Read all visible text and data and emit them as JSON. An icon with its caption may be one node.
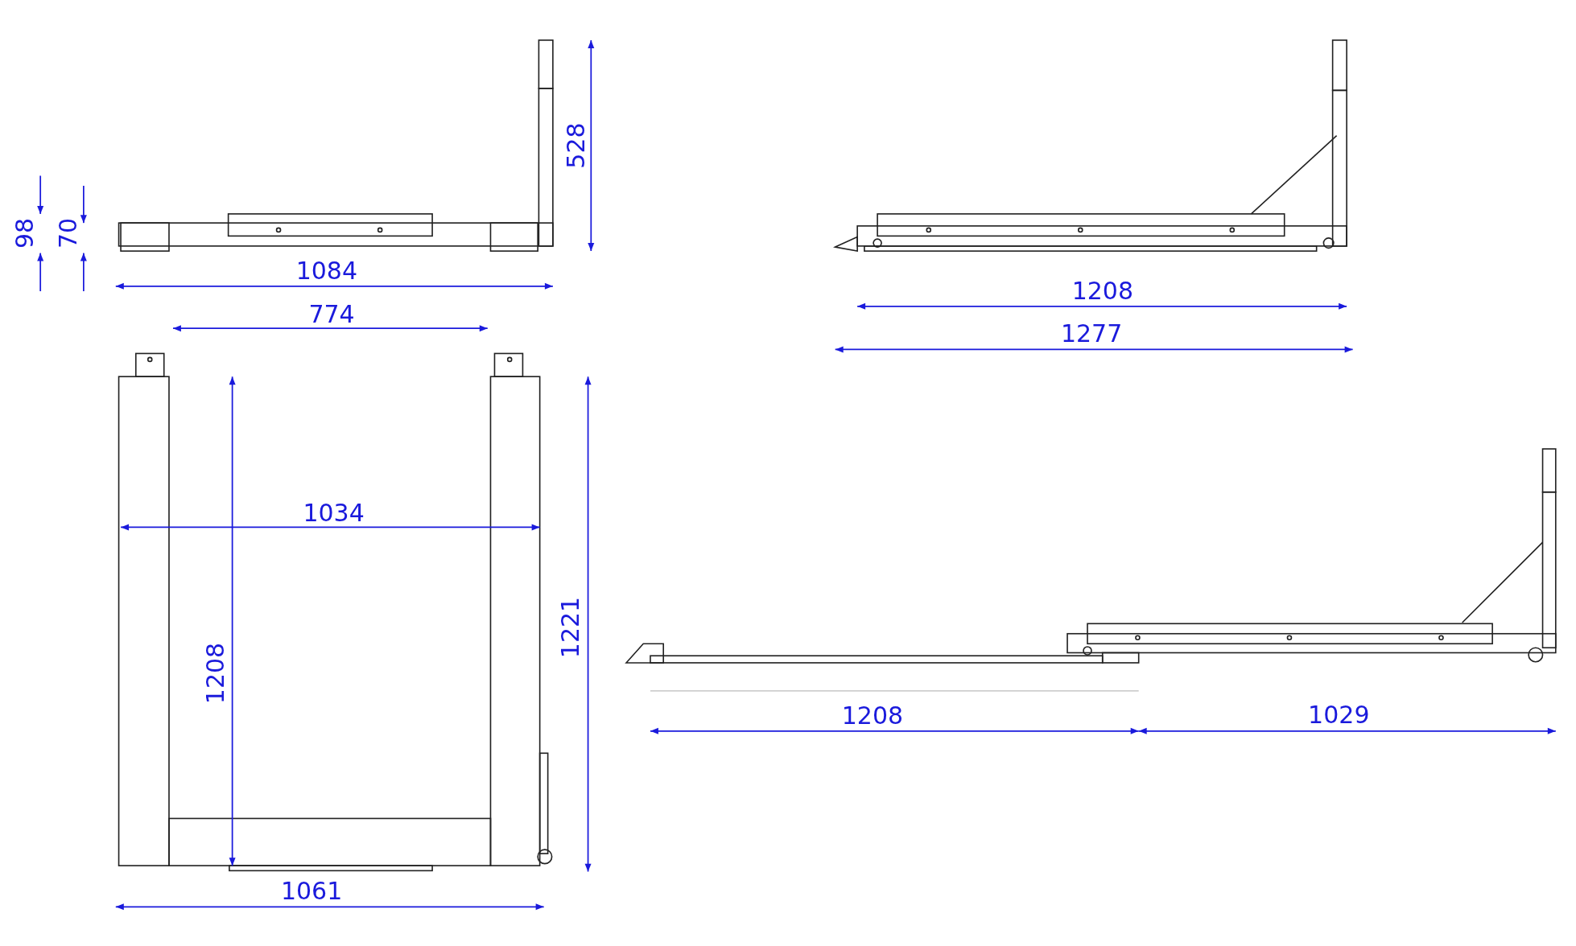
{
  "diagram": {
    "labels": [
      "528",
      "98",
      "70",
      "1084",
      "1208",
      "1277",
      "774",
      "1034",
      "1208",
      "1221",
      "1061",
      "1208",
      "1029"
    ]
  }
}
